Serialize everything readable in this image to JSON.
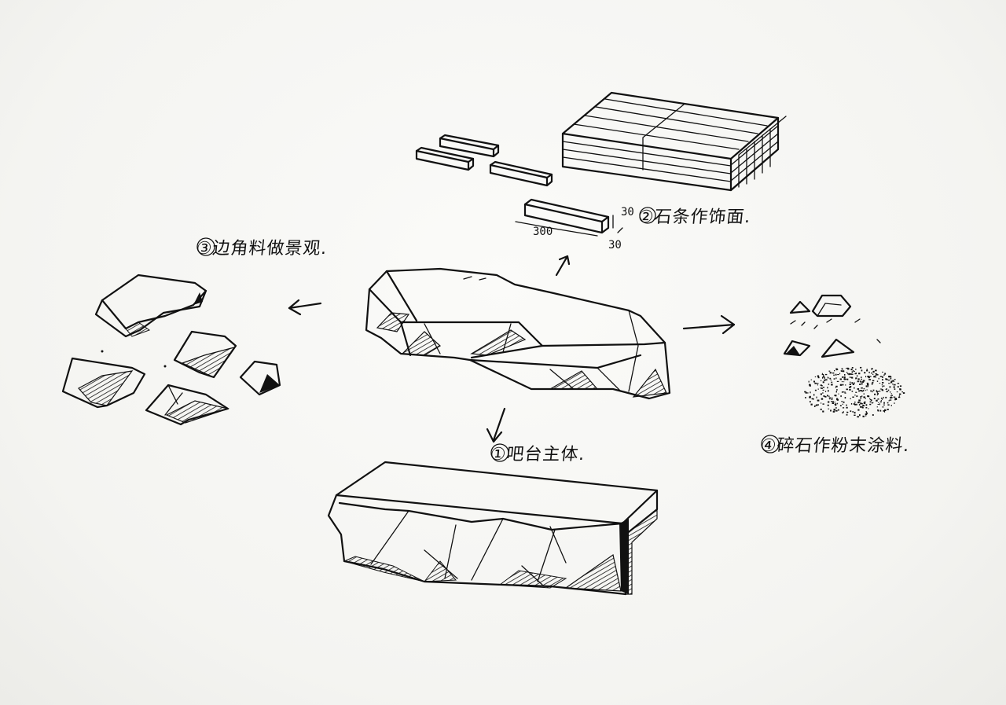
{
  "labels": {
    "bar_top_main": "①吧台主体.",
    "stone_strips_wall": "②石条作饰面.",
    "corner_scraps_landscape": "③边角料做景观.",
    "gravel_powder_coating": "④碎石作粉末涂料."
  },
  "dimensions": {
    "length": "300",
    "height": "30",
    "width": "30"
  },
  "colors": {
    "ink": "#111111",
    "paper": "#f4f4f1"
  }
}
